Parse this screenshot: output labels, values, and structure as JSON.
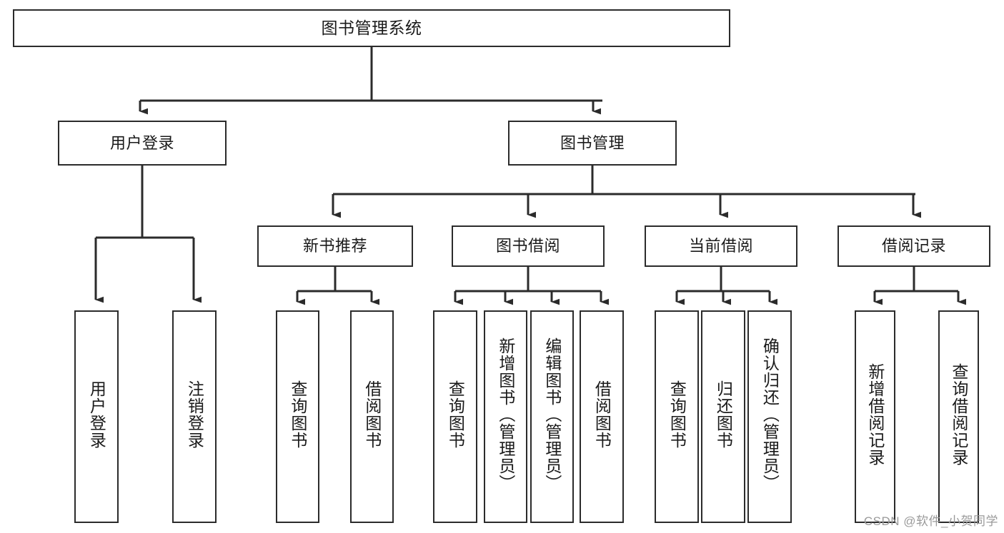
{
  "diagram": {
    "title_text": "图书管理系统",
    "watermark": "CSDN @软件_小贺同学",
    "colors": {
      "box_stroke": "#2b2b2b",
      "box_fill": "#ffffff",
      "line": "#2b2b2b",
      "text": "#1a1a1a",
      "watermark": "#9a9a9a"
    },
    "root": {
      "label": "图书管理系统"
    },
    "level2": [
      {
        "label": "用户登录"
      },
      {
        "label": "图书管理"
      }
    ],
    "level3": [
      {
        "label": "新书推荐"
      },
      {
        "label": "图书借阅"
      },
      {
        "label": "当前借阅"
      },
      {
        "label": "借阅记录"
      }
    ],
    "leaves": {
      "user_login": [
        {
          "label": "用户登录"
        },
        {
          "label": "注销登录"
        }
      ],
      "new_book_recommend": [
        {
          "label": "查询图书"
        },
        {
          "label": "借阅图书"
        }
      ],
      "book_borrow": [
        {
          "label": "查询图书"
        },
        {
          "label": "新增图书（管理员）"
        },
        {
          "label": "编辑图书（管理员）"
        },
        {
          "label": "借阅图书"
        }
      ],
      "current_borrow": [
        {
          "label": "查询图书"
        },
        {
          "label": "归还图书"
        },
        {
          "label": "确认归还（管理员）"
        }
      ],
      "borrow_record": [
        {
          "label": "新增借阅记录"
        },
        {
          "label": "查询借阅记录"
        }
      ]
    }
  }
}
